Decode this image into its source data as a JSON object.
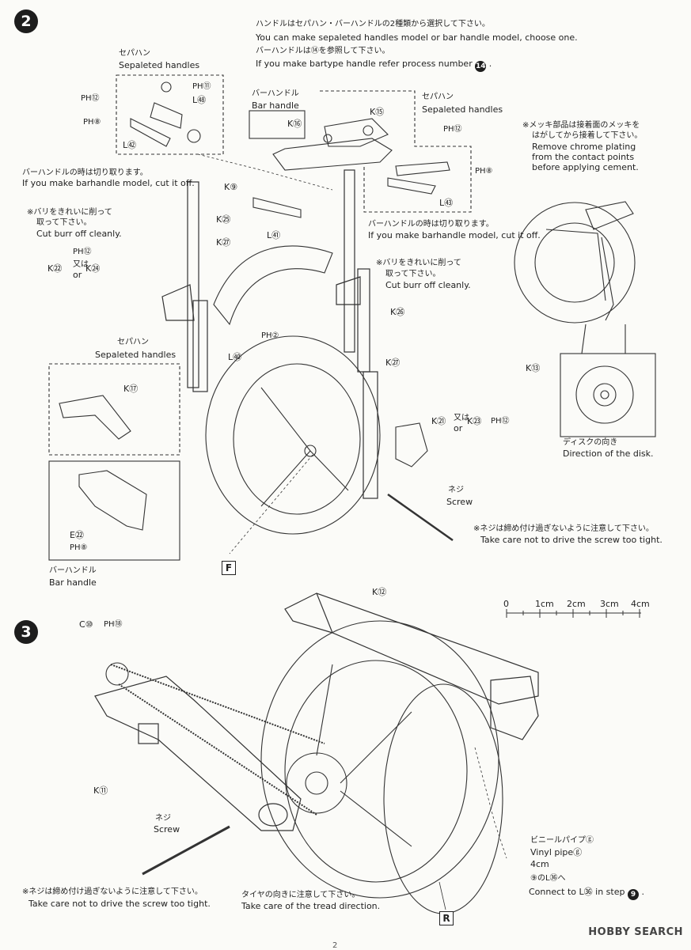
{
  "step2": {
    "badge": "2",
    "intro_jp": "ハンドルはセパハン・バーハンドルの2種類から選択して下さい。",
    "intro_en": "You can make sepaleted handles model or bar handle model, choose one.",
    "ref_jp": "バーハンドルは⑭を参照して下さい。",
    "ref_en": "If you make bartype handle refer process number",
    "ref_step": "14",
    "sep_handles_jp": "セパハン",
    "sep_handles_en": "Sepaleted handles",
    "bar_handle_jp": "バーハンドル",
    "bar_handle_en": "Bar handle",
    "cut_jp": "バーハンドルの時は切り取ります。",
    "cut_en": "If you make barhandle model, cut it off.",
    "burr_jp_1": "※バリをきれいに削って",
    "burr_jp_2": "取って下さい。",
    "burr_en": "Cut burr off cleanly.",
    "chrome_jp_1": "※メッキ部品は接着面のメッキを",
    "chrome_jp_2": "はがしてから接着して下さい。",
    "chrome_en_1": "Remove chrome plating",
    "chrome_en_2": "from the contact points",
    "chrome_en_3": "before applying cement.",
    "disk_jp": "ディスクの向き",
    "disk_en": "Direction of the disk.",
    "screw_jp": "ネジ",
    "screw_en": "Screw",
    "screw_note_jp": "※ネジは締め付け過ぎないように注意して下さい。",
    "screw_note_en": "Take care not to drive the screw too tight.",
    "view_f": "F",
    "parts": {
      "ph12": "PH⑫",
      "ph11": "PH⑪",
      "l48": "L㊽",
      "ph8": "PH⑧",
      "l42": "L㊷",
      "k16": "K⑯",
      "k15": "K⑮",
      "ph12b": "PH⑫",
      "ph8b": "PH⑧",
      "l43": "L㊸",
      "k9": "K⑨",
      "k25": "K㉕",
      "l41": "L㊶",
      "k27": "K㉗",
      "ph12c": "PH⑫",
      "k22": "K㉒",
      "or_jp": "又は",
      "or_en": "or",
      "k24": "K㉔",
      "ph2": "PH②",
      "l40": "L㊵",
      "k26": "K㉖",
      "k27b": "K㉗",
      "k17": "K⑰",
      "k21": "K㉑",
      "k23": "K㉓",
      "ph12d": "PH⑫",
      "k13": "K⑬",
      "e22": "E㉒",
      "ph8c": "PH⑧"
    }
  },
  "step3": {
    "badge": "3",
    "k12": "K⑫",
    "c10": "C⑩",
    "ph18": "PH⑱",
    "k11": "K⑪",
    "screw_jp": "ネジ",
    "screw_en": "Screw",
    "screw_note_jp": "※ネジは締め付け過ぎないように注意して下さい。",
    "screw_note_en": "Take care not to drive the screw too tight.",
    "tread_jp": "タイヤの向きに注意して下さい。",
    "tread_en": "Take care of the tread direction.",
    "vinyl_jp": "ビニールパイプⓖ",
    "vinyl_en": "Vinyl pipeⓖ",
    "vinyl_len": "4cm",
    "connect_jp": "⑨のL㊱へ",
    "connect_en": "Connect to L㊱ in step",
    "connect_step": "9",
    "view_r": "R"
  },
  "scale": {
    "labels": [
      "0",
      "1cm",
      "2cm",
      "3cm",
      "4cm"
    ]
  },
  "footer": {
    "logo": "HOBBY SEARCH",
    "page": "2"
  }
}
